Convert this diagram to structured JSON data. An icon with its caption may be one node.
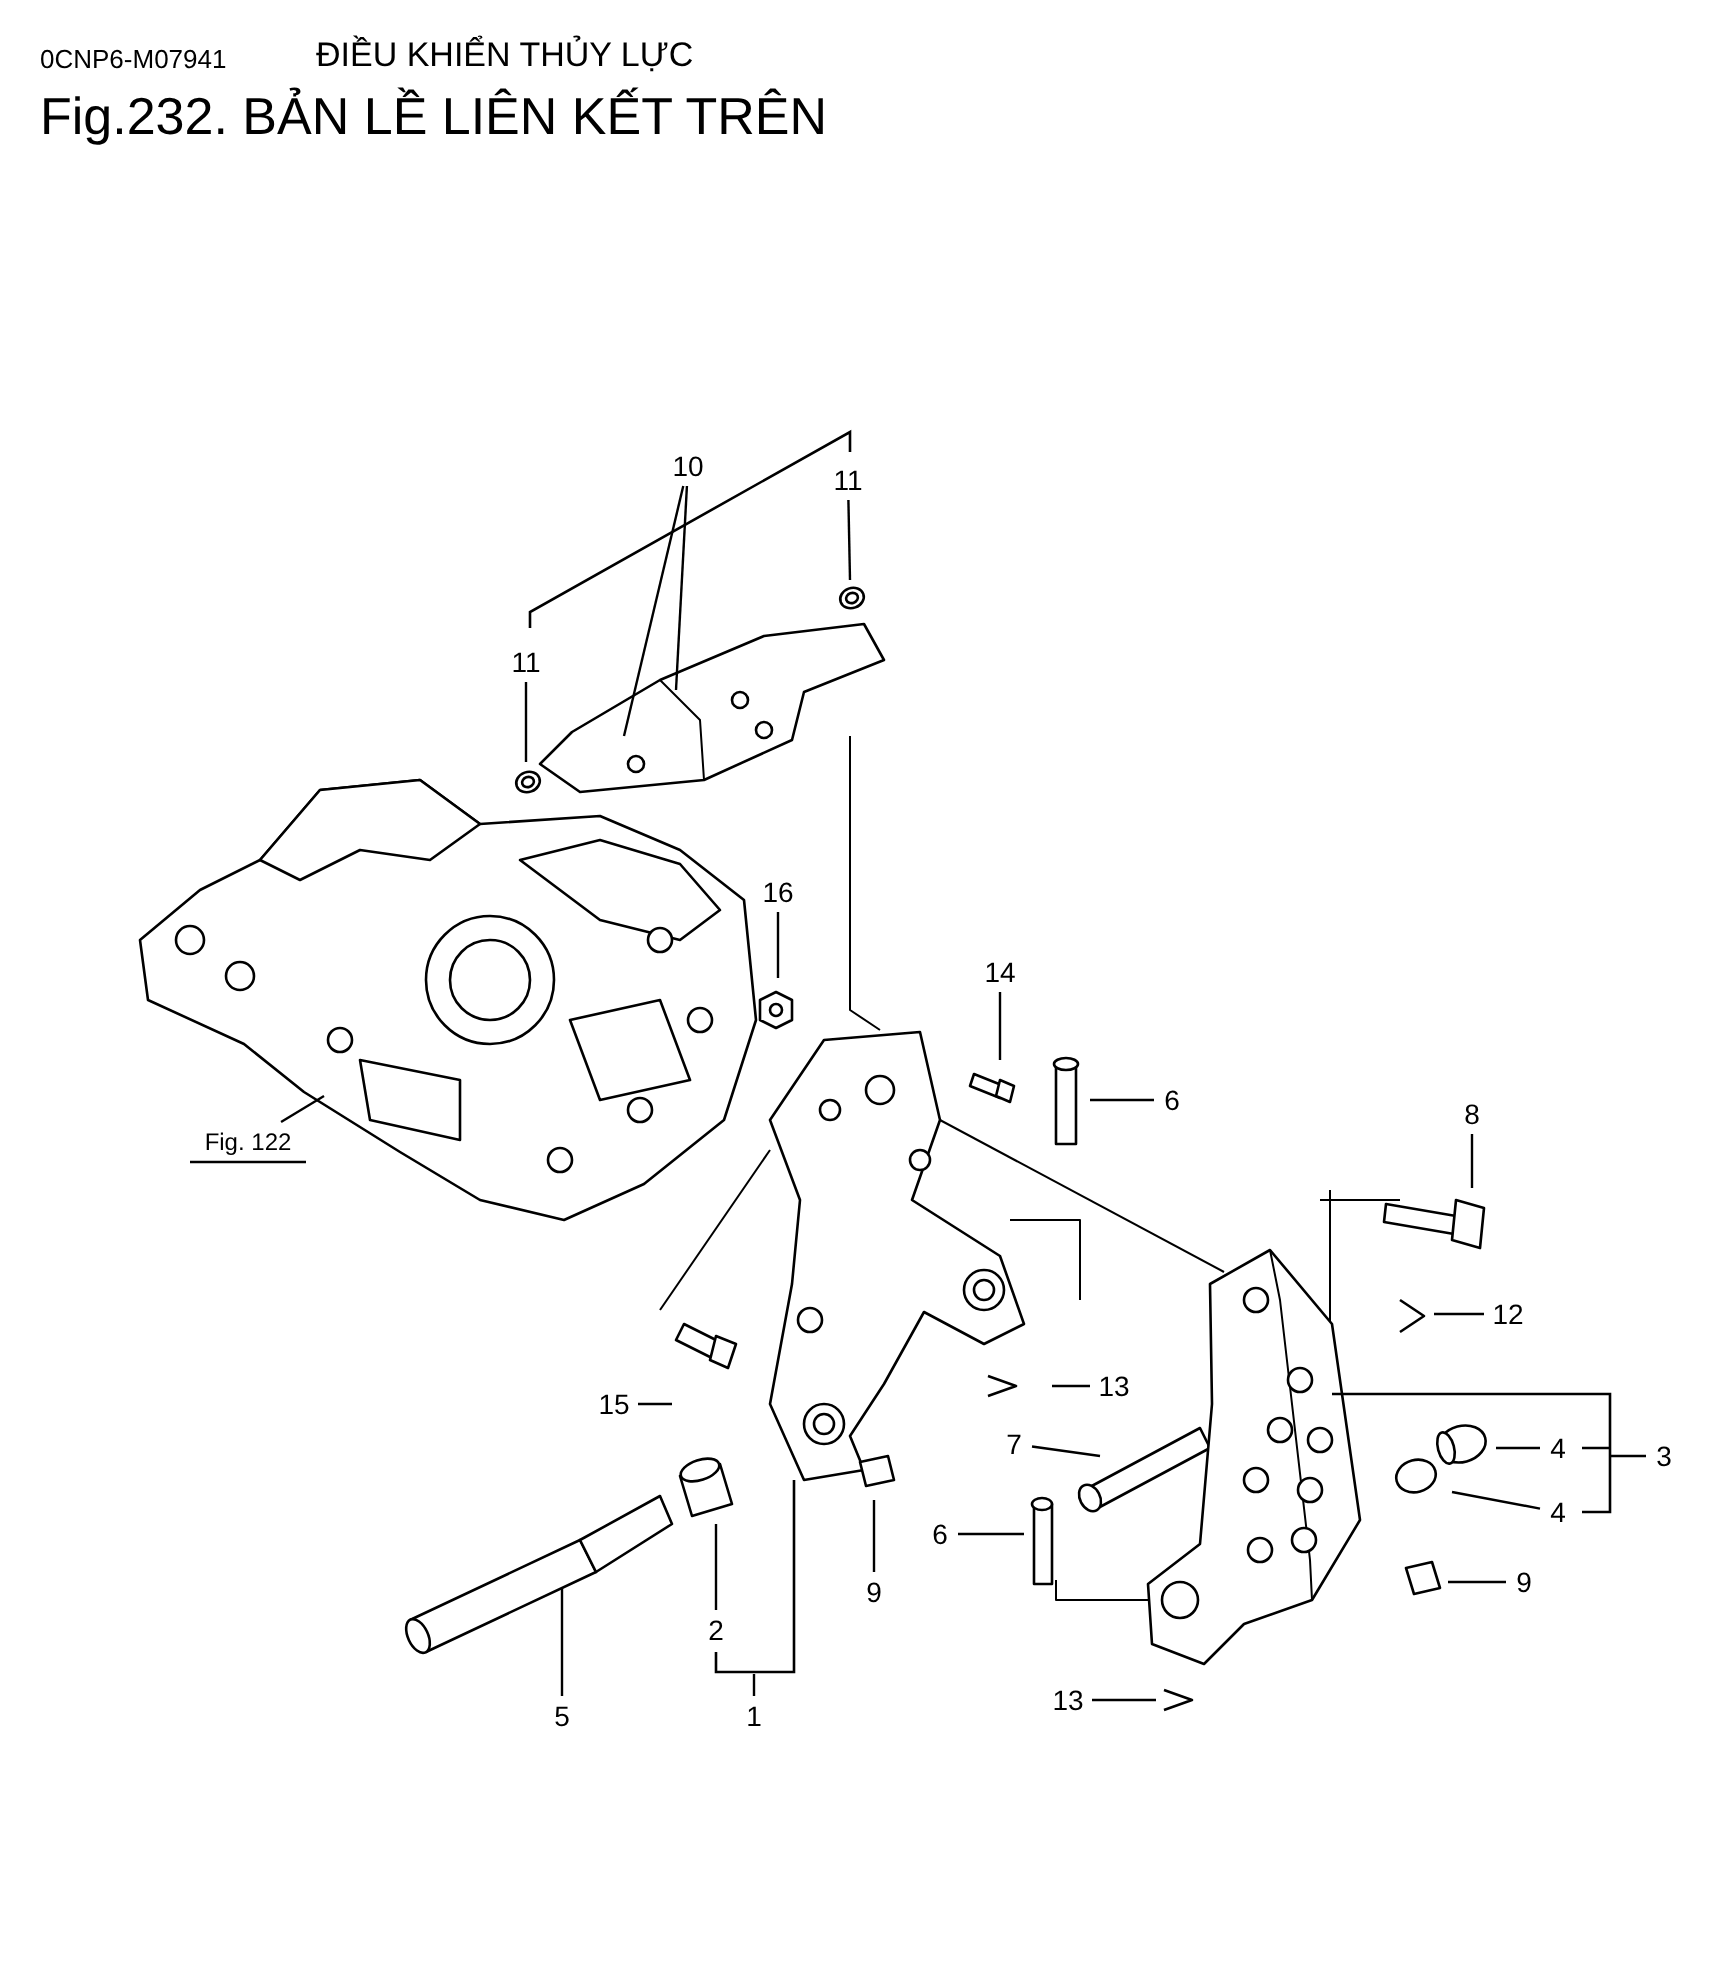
{
  "diagram": {
    "title": "Fig.232. BẢN LỀ LIÊN KẾT TRÊN",
    "nodes": [
      {
        "text": [
          "10"
        ]
      },
      {
        "text": [
          "11"
        ]
      },
      {
        "text": [
          "11"
        ]
      },
      {
        "text": [
          "16"
        ]
      },
      {
        "text": [
          "14"
        ]
      },
      {
        "text": [
          "6"
        ]
      },
      {
        "text": [
          "8"
        ]
      },
      {
        "text": [
          "Fig. 122"
        ]
      },
      {
        "text": [
          "12"
        ]
      },
      {
        "text": [
          "15"
        ]
      },
      {
        "text": [
          "13"
        ]
      },
      {
        "text": [
          "7"
        ]
      },
      {
        "text": [
          "4"
        ]
      },
      {
        "text": [
          "3"
        ]
      },
      {
        "text": [
          "4"
        ]
      },
      {
        "text": [
          "6"
        ]
      },
      {
        "text": [
          "9"
        ]
      },
      {
        "text": [
          "9"
        ]
      },
      {
        "text": [
          "2"
        ]
      },
      {
        "text": [
          "1"
        ]
      },
      {
        "text": [
          "5"
        ]
      },
      {
        "text": [
          "13"
        ]
      }
    ],
    "edges": [
      {
        "from": 0,
        "to": null,
        "arrow": "none"
      },
      {
        "from": 0,
        "to": null,
        "arrow": "none"
      },
      {
        "from": 1,
        "to": null,
        "arrow": "none"
      },
      {
        "from": 2,
        "to": null,
        "arrow": "none"
      },
      {
        "from": 3,
        "to": null,
        "arrow": "none"
      },
      {
        "from": 4,
        "to": null,
        "arrow": "none"
      },
      {
        "from": 5,
        "to": null,
        "arrow": "none"
      },
      {
        "from": 6,
        "to": null,
        "arrow": "none"
      },
      {
        "from": 7,
        "to": null,
        "arrow": "none"
      },
      {
        "from": 8,
        "to": null,
        "arrow": "none"
      },
      {
        "from": 9,
        "to": null,
        "arrow": "none"
      },
      {
        "from": 10,
        "to": null,
        "arrow": "none"
      },
      {
        "from": 11,
        "to": null,
        "arrow": "none"
      },
      {
        "from": 12,
        "to": null,
        "arrow": "none"
      },
      {
        "from": 13,
        "to": null,
        "arrow": "none"
      },
      {
        "from": 14,
        "to": null,
        "arrow": "none"
      },
      {
        "from": 15,
        "to": null,
        "arrow": "none"
      },
      {
        "from": 16,
        "to": null,
        "arrow": "none"
      },
      {
        "from": 17,
        "to": null,
        "arrow": "none"
      },
      {
        "from": 18,
        "to": null,
        "arrow": "none"
      },
      {
        "from": 19,
        "to": null,
        "arrow": "none"
      },
      {
        "from": 20,
        "to": null,
        "arrow": "none"
      },
      {
        "from": 21,
        "to": null,
        "arrow": "none"
      }
    ],
    "labels": [
      "0CNP6-M07941",
      "ĐIỀU KHIỂN THỦY LỰC"
    ]
  }
}
